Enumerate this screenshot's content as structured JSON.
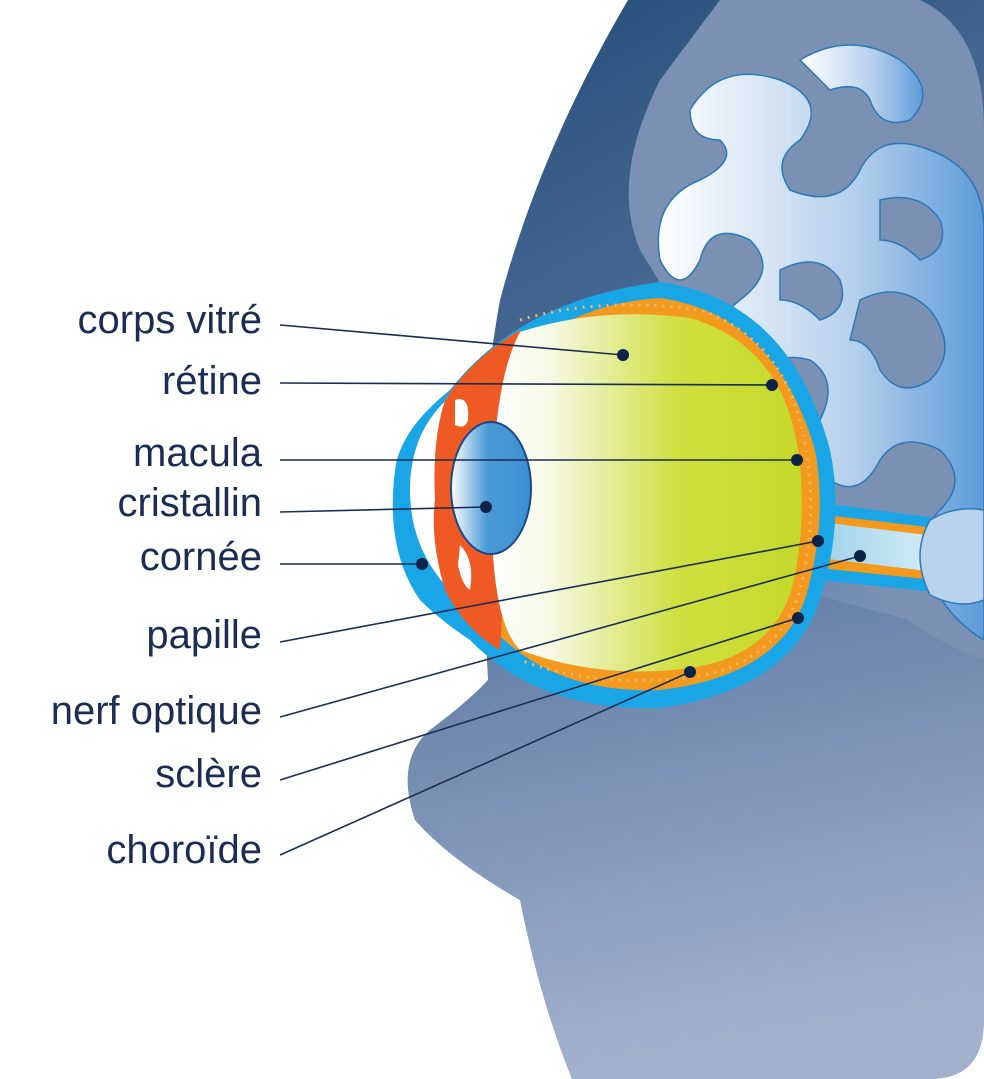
{
  "labels": {
    "corps_vitre": "corps vitré",
    "retine": "rétine",
    "macula": "macula",
    "cristallin": "cristallin",
    "cornee": "cornée",
    "papille": "papille",
    "nerf_optique": "nerf optique",
    "sclere": "sclère",
    "choroide": "choroïde"
  },
  "colors": {
    "sclera": "#1aa5e6",
    "choroid": "#f39a1e",
    "retina_front": "#ef5a24",
    "vitreous": "#c6d92c",
    "lens": "#3f93d3",
    "head_dark": "#28507c",
    "brain": "#7a90b3",
    "label_text": "#1b2d52"
  }
}
